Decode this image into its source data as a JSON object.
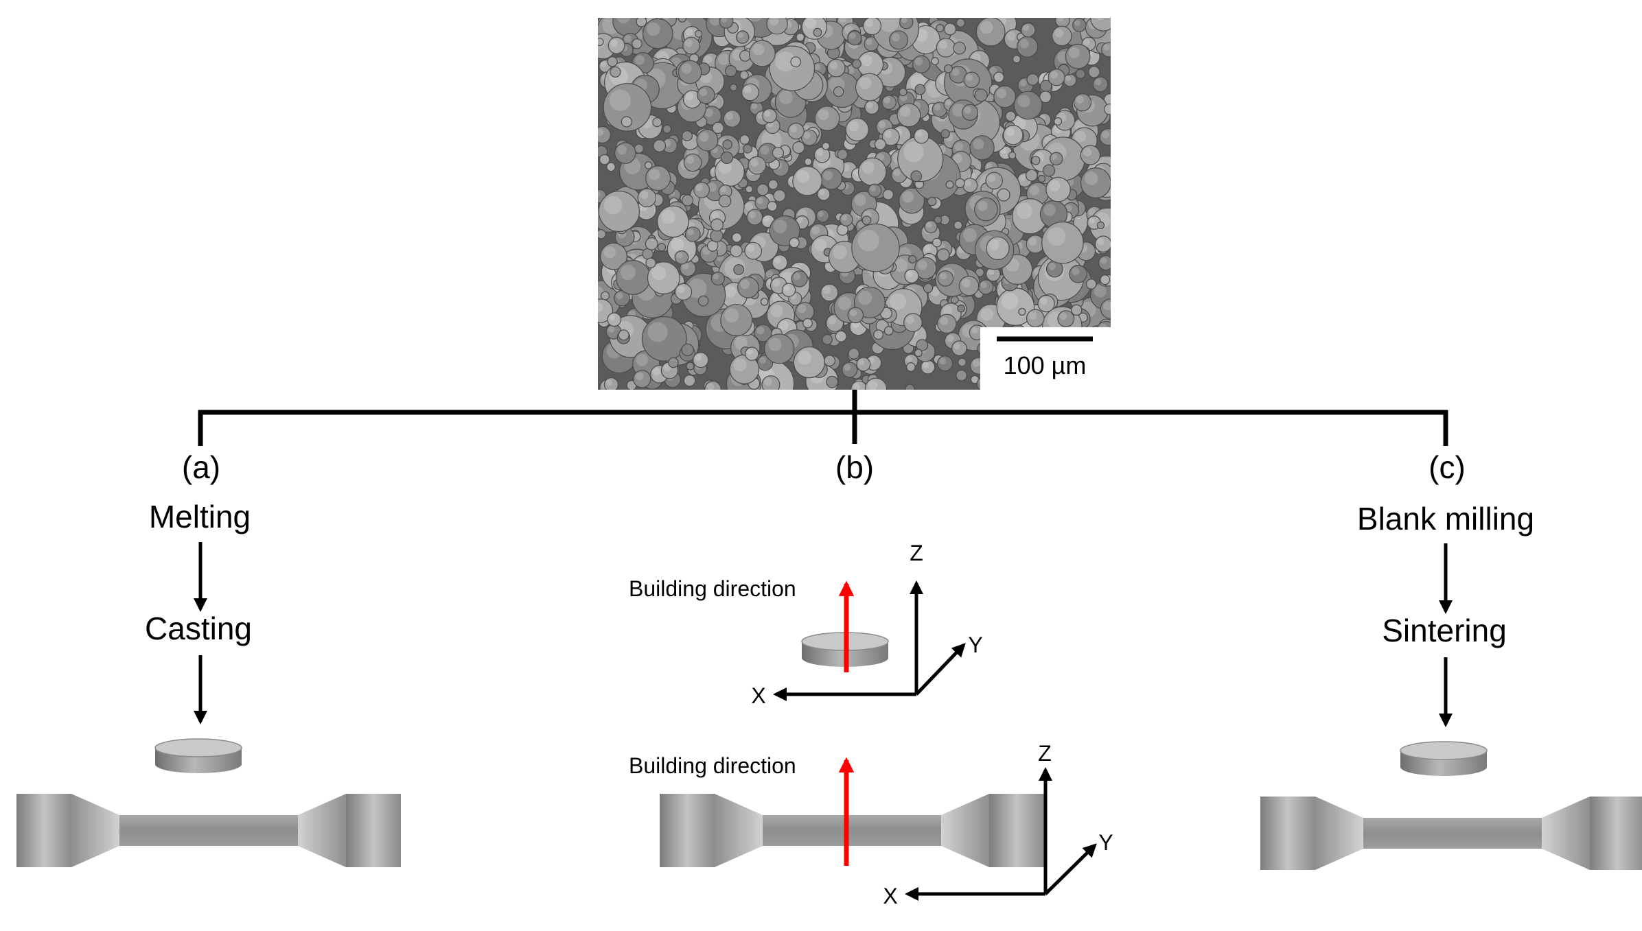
{
  "micrograph": {
    "scale_bar": "100 µm"
  },
  "branches": [
    {
      "label": "(a)",
      "steps": [
        "Melting",
        "Casting"
      ]
    },
    {
      "label": "(b)",
      "building_direction": "Building direction"
    },
    {
      "label": "(c)",
      "steps": [
        "Blank milling",
        "Sintering"
      ]
    }
  ],
  "axes": {
    "x": "X",
    "y": "Y",
    "z": "Z"
  },
  "colors": {
    "build_arrow": "#ff0000",
    "lines": "#000000",
    "part_grey": "#9a9a9a"
  }
}
